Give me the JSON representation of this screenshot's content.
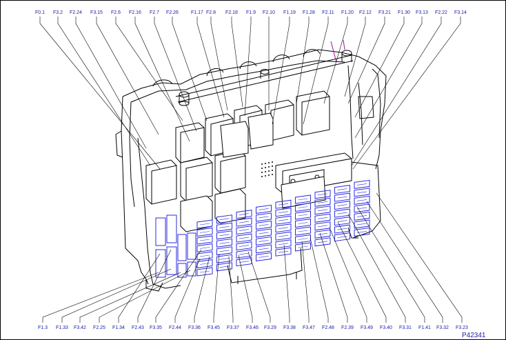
{
  "diagram": {
    "reference_code": "P42341",
    "colors": {
      "outline": "#000000",
      "label": "#1a1aa6",
      "fuse_outline": "#2a2ae0",
      "wire_accent": "#b000b0"
    },
    "top_labels": [
      "F0.1",
      "F3.2",
      "F2.24",
      "F3.15",
      "F2.6",
      "F2.16",
      "F2.7",
      "F2.26",
      "F1.17",
      "F2.8",
      "F2.18",
      "F1.9",
      "F2.10",
      "F1.19",
      "F1.28",
      "F2.11",
      "F1.20",
      "F2.12",
      "F3.21",
      "F1.30",
      "F3.13",
      "F2.22",
      "F3.14"
    ],
    "bottom_labels": [
      "F1.3",
      "F1.33",
      "F3.42",
      "F2.25",
      "F1.34",
      "F2.43",
      "F3.35",
      "F2.44",
      "F3.36",
      "F3.45",
      "F3.37",
      "F3.46",
      "F3.29",
      "F3.38",
      "F3.47",
      "F2.48",
      "F2.39",
      "F3.49",
      "F3.40",
      "F3.31",
      "F1.41",
      "F3.32",
      "F3.23"
    ]
  }
}
